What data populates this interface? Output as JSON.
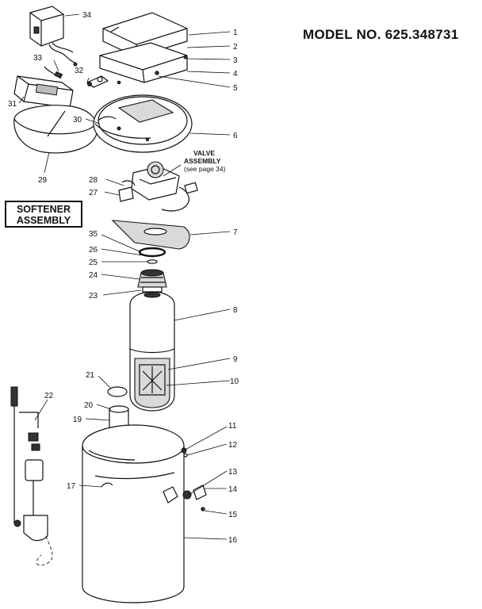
{
  "model_number": "MODEL NO. 625.348731",
  "assembly_title_line1": "SOFTENER",
  "assembly_title_line2": "ASSEMBLY",
  "valve_note_line1": "VALVE",
  "valve_note_line2": "ASSEMBLY",
  "valve_note_line3": "(see page 34)",
  "callouts": {
    "c1": "1",
    "c2": "2",
    "c3": "3",
    "c4": "4",
    "c5": "5",
    "c6": "6",
    "c7": "7",
    "c8": "8",
    "c9": "9",
    "c10": "10",
    "c11": "11",
    "c12": "12",
    "c13": "13",
    "c14": "14",
    "c15": "15",
    "c16": "16",
    "c17": "17",
    "c19": "19",
    "c20": "20",
    "c21": "21",
    "c22": "22",
    "c23": "23",
    "c24": "24",
    "c25": "25",
    "c26": "26",
    "c27": "27",
    "c28": "28",
    "c29": "29",
    "c30": "30",
    "c31": "31",
    "c32": "32",
    "c33": "33",
    "c34": "34",
    "c35": "35"
  }
}
